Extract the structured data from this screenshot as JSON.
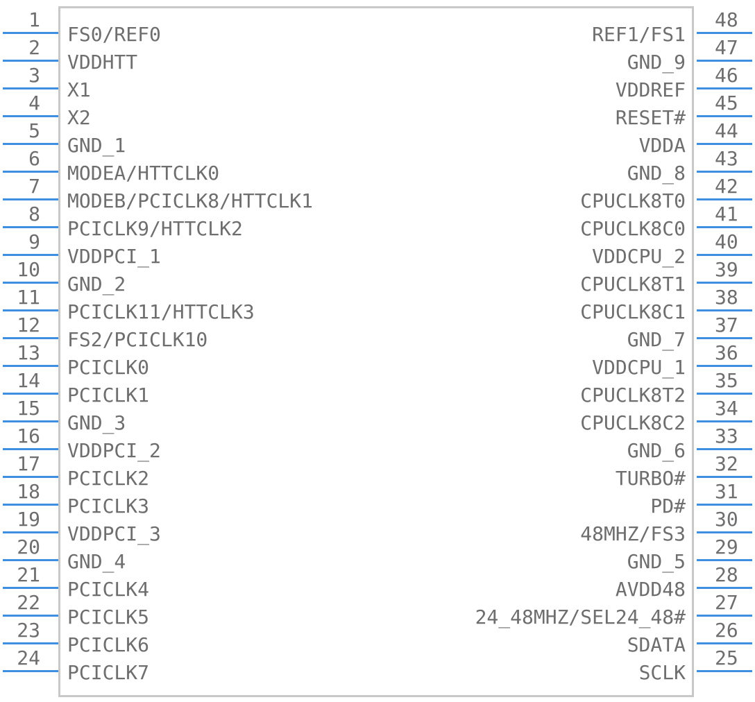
{
  "component": {
    "left_pins": [
      {
        "num": "1",
        "label": "FS0/REF0"
      },
      {
        "num": "2",
        "label": "VDDHTT"
      },
      {
        "num": "3",
        "label": "X1"
      },
      {
        "num": "4",
        "label": "X2"
      },
      {
        "num": "5",
        "label": "GND_1"
      },
      {
        "num": "6",
        "label": "MODEA/HTTCLK0"
      },
      {
        "num": "7",
        "label": "MODEB/PCICLK8/HTTCLK1"
      },
      {
        "num": "8",
        "label": "PCICLK9/HTTCLK2"
      },
      {
        "num": "9",
        "label": "VDDPCI_1"
      },
      {
        "num": "10",
        "label": "GND_2"
      },
      {
        "num": "11",
        "label": "PCICLK11/HTTCLK3"
      },
      {
        "num": "12",
        "label": "FS2/PCICLK10"
      },
      {
        "num": "13",
        "label": "PCICLK0"
      },
      {
        "num": "14",
        "label": "PCICLK1"
      },
      {
        "num": "15",
        "label": "GND_3"
      },
      {
        "num": "16",
        "label": "VDDPCI_2"
      },
      {
        "num": "17",
        "label": "PCICLK2"
      },
      {
        "num": "18",
        "label": "PCICLK3"
      },
      {
        "num": "19",
        "label": "VDDPCI_3"
      },
      {
        "num": "20",
        "label": "GND_4"
      },
      {
        "num": "21",
        "label": "PCICLK4"
      },
      {
        "num": "22",
        "label": "PCICLK5"
      },
      {
        "num": "23",
        "label": "PCICLK6"
      },
      {
        "num": "24",
        "label": "PCICLK7"
      }
    ],
    "right_pins": [
      {
        "num": "48",
        "label": "REF1/FS1"
      },
      {
        "num": "47",
        "label": "GND_9"
      },
      {
        "num": "46",
        "label": "VDDREF"
      },
      {
        "num": "45",
        "label": "RESET#"
      },
      {
        "num": "44",
        "label": "VDDA"
      },
      {
        "num": "43",
        "label": "GND_8"
      },
      {
        "num": "42",
        "label": "CPUCLK8T0"
      },
      {
        "num": "41",
        "label": "CPUCLK8C0"
      },
      {
        "num": "40",
        "label": "VDDCPU_2"
      },
      {
        "num": "39",
        "label": "CPUCLK8T1"
      },
      {
        "num": "38",
        "label": "CPUCLK8C1"
      },
      {
        "num": "37",
        "label": "GND_7"
      },
      {
        "num": "36",
        "label": "VDDCPU_1"
      },
      {
        "num": "35",
        "label": "CPUCLK8T2"
      },
      {
        "num": "34",
        "label": "CPUCLK8C2"
      },
      {
        "num": "33",
        "label": "GND_6"
      },
      {
        "num": "32",
        "label": "TURBO#"
      },
      {
        "num": "31",
        "label": "PD#"
      },
      {
        "num": "30",
        "label": "48MHZ/FS3"
      },
      {
        "num": "29",
        "label": "GND_5"
      },
      {
        "num": "28",
        "label": "AVDD48"
      },
      {
        "num": "27",
        "label": "24_48MHZ/SEL24_48#"
      },
      {
        "num": "26",
        "label": "SDATA"
      },
      {
        "num": "25",
        "label": "SCLK"
      }
    ],
    "colors": {
      "pin": "#3f8fe0",
      "outline": "#c8c8c8",
      "text": "#6e6e6e"
    }
  }
}
